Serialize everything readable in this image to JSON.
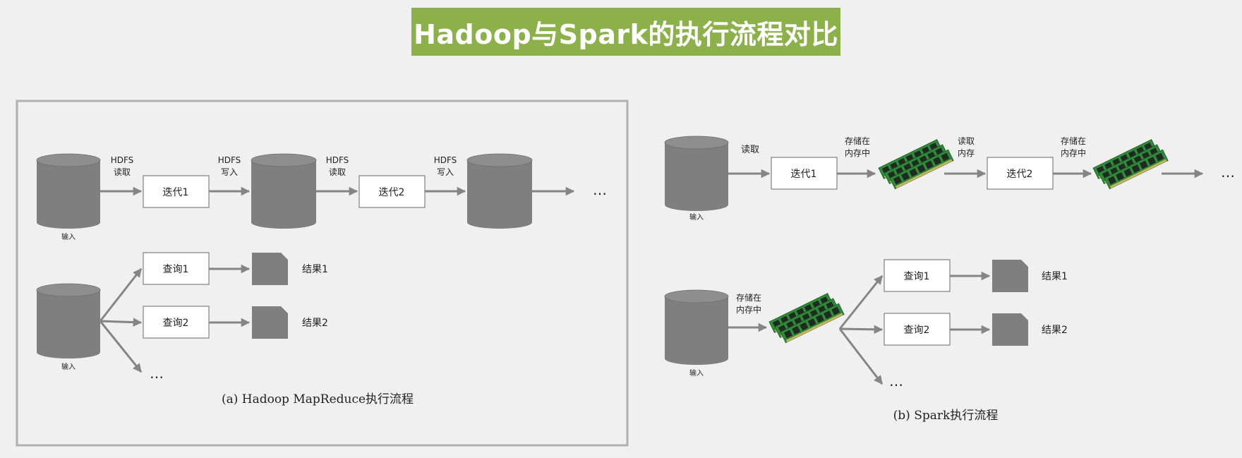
{
  "title": "Hadoop与Spark的执行流程对比",
  "hadoop": {
    "caption": "(a) Hadoop MapReduce执行流程",
    "iteration": {
      "input_label": "输入",
      "edge1": [
        "HDFS",
        "读取"
      ],
      "box1": "迭代1",
      "edge2": [
        "HDFS",
        "写入"
      ],
      "edge3": [
        "HDFS",
        "读取"
      ],
      "box2": "迭代2",
      "edge4": [
        "HDFS",
        "写入"
      ],
      "ellipsis": "…"
    },
    "query": {
      "input_label": "输入",
      "query1": "查询1",
      "query2": "查询2",
      "result1": "结果1",
      "result2": "结果2",
      "ellipsis": "…"
    }
  },
  "spark": {
    "caption": "(b) Spark执行流程",
    "iteration": {
      "input_label": "输入",
      "edge1": "读取",
      "box1": "迭代1",
      "edge2": [
        "存储在",
        "内存中"
      ],
      "edge3": [
        "读取",
        "内存"
      ],
      "box2": "迭代2",
      "edge4": [
        "存储在",
        "内存中"
      ],
      "ellipsis": "…"
    },
    "query": {
      "input_label": "输入",
      "edge1": [
        "存储在",
        "内存中"
      ],
      "query1": "查询1",
      "query2": "查询2",
      "result1": "结果1",
      "result2": "结果2",
      "ellipsis": "…"
    }
  },
  "colors": {
    "banner": "#8cb04a",
    "cylinder": "#7f7f7f",
    "arrow": "#858585",
    "memory_board": "#2f8a3a",
    "memory_chip": "#1f2b20",
    "panel_border": "#b0b0b0"
  }
}
